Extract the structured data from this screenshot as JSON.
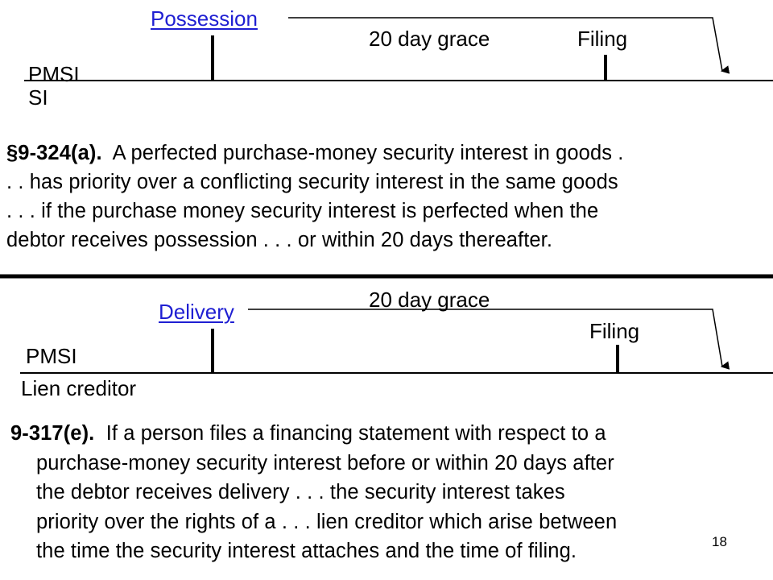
{
  "diagram_top": {
    "possession_label": "Possession",
    "grace_label": "20 day grace",
    "filing_label": "Filing",
    "pmsi_label": "PMSI",
    "si_label": "SI"
  },
  "para_top": {
    "cite": "§9-324(a).",
    "line1": "A perfected purchase-money security interest in goods .",
    "line2": ". . has priority over a conflicting security interest in the same goods",
    "line3": ". . . if the purchase money security interest is perfected when the",
    "line4": "debtor receives possession . . . or within 20 days thereafter."
  },
  "diagram_bottom": {
    "grace_label": "20 day grace",
    "delivery_label": "Delivery",
    "filing_label": "Filing",
    "pmsi_label": "PMSI",
    "lien_label": "Lien creditor"
  },
  "para_bottom": {
    "cite": "9-317(e).",
    "line1": "If a person files a financing statement with respect to a",
    "line2": "purchase-money security interest before or within 20 days after",
    "line3": "the debtor receives delivery . . . the security interest takes",
    "line4": "priority over the rights of a . . . lien creditor which arise between",
    "line5": "the time the security interest attaches and the time of filing."
  },
  "page_number": "18",
  "colors": {
    "link_blue": "#1f1fd2",
    "text": "#000000"
  }
}
